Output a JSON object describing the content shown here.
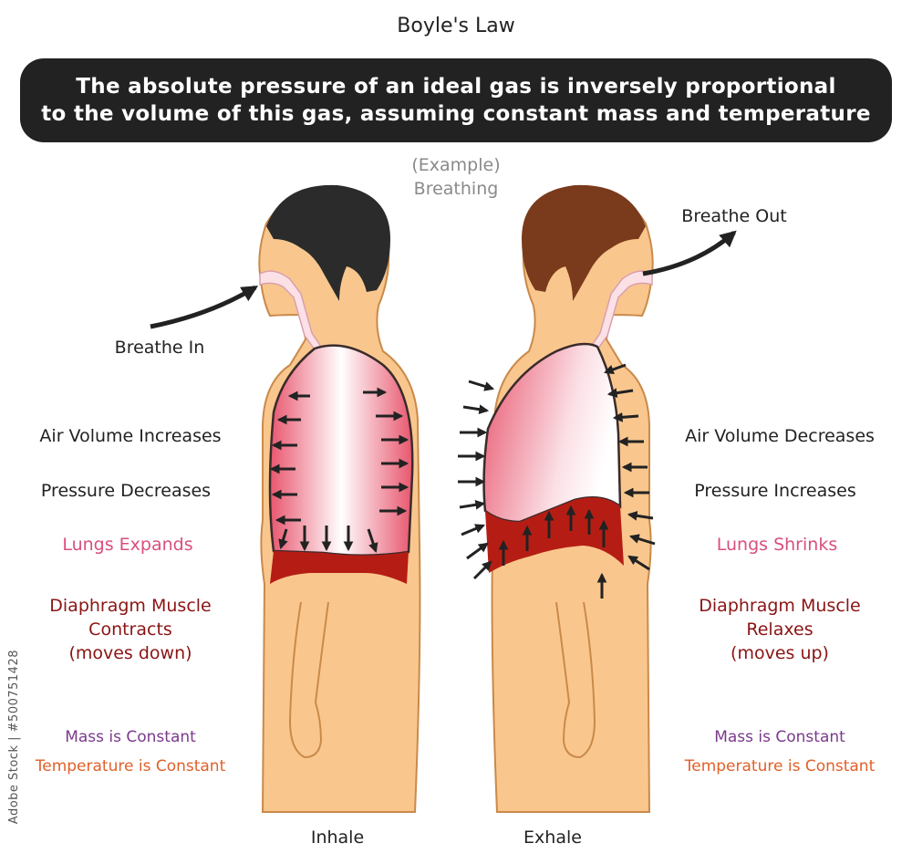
{
  "title": "Boyle's Law",
  "banner": {
    "line1": "The absolute pressure of an ideal gas is inversely proportional",
    "line2": "to the volume of this gas, assuming constant mass and temperature"
  },
  "example": {
    "line1": "(Example)",
    "line2": "Breathing"
  },
  "inhale": {
    "caption": "Inhale",
    "breathe": "Breathe In",
    "volume": "Air Volume Increases",
    "pressure": "Pressure Decreases",
    "lungs": "Lungs Expands",
    "diaphragm1": "Diaphragm Muscle",
    "diaphragm2": "Contracts",
    "diaphragm3": "(moves down)",
    "mass": "Mass is Constant",
    "temperature": "Temperature is Constant"
  },
  "exhale": {
    "caption": "Exhale",
    "breathe": "Breathe Out",
    "volume": "Air Volume Decreases",
    "pressure": "Pressure Increases",
    "lungs": "Lungs Shrinks",
    "diaphragm1": "Diaphragm Muscle",
    "diaphragm2": "Relaxes",
    "diaphragm3": "(moves up)",
    "mass": "Mass is Constant",
    "temperature": "Temperature is Constant"
  },
  "stock_id": "Adobe Stock | #500751428",
  "colors": {
    "skin": "#f9c78e",
    "skin_outline": "#c98a4a",
    "hair_inhale": "#2b2b2b",
    "hair_exhale": "#7a3a1c",
    "lung_red": "#e8566e",
    "diaphragm": "#b51d14",
    "banner": "#222222"
  }
}
